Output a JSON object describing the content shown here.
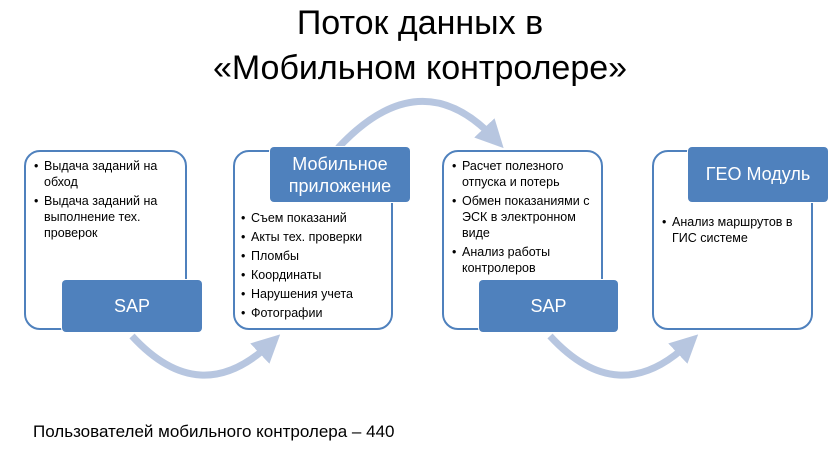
{
  "title": {
    "line1": "Поток данных в",
    "line2": "«Мобильном контролере»"
  },
  "stages": [
    {
      "label": "SAP",
      "items": [
        "Выдача заданий на обход",
        "Выдача заданий на выполнение тех. проверок"
      ]
    },
    {
      "label": "Мобильное приложение",
      "items": [
        "Съем показаний",
        "Акты тех. проверки",
        "Пломбы",
        "Координаты",
        "Нарушения учета",
        "Фотографии"
      ]
    },
    {
      "label": "SAP",
      "items": [
        "Расчет полезного отпуска и  потерь",
        "Обмен показаниями с ЭСК в электронном виде",
        "Анализ работы контролеров"
      ]
    },
    {
      "label": "ГЕО Модуль",
      "items": [
        "Анализ маршрутов в ГИС системе"
      ]
    }
  ],
  "footer": "Пользователей мобильного контролера – 440",
  "colors": {
    "accent": "#4f81bd",
    "arrow": "#b7c6e0"
  }
}
